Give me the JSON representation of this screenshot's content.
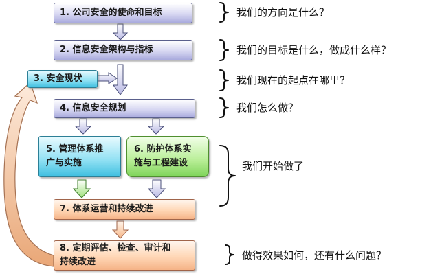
{
  "steps": {
    "s1": "1. 公司安全的使命和目标",
    "s2": "2. 信息安全架构与指标",
    "s3": "3. 安全现状",
    "s4": "4. 信息安全规划",
    "s5a": "5. 管理体系推",
    "s5b": "广与实施",
    "s6a": "6. 防护体系实",
    "s6b": "施与工程建设",
    "s7": "7. 体系运营和持续改进",
    "s8a": "8. 定期评估、检查、审计和",
    "s8b": "持续改进"
  },
  "questions": {
    "q1": "我们的方向是什么？",
    "q2": "我们的目标是什么，做成什么样？",
    "q3": "我们现在的起点在哪里？",
    "q4": "我们怎么做？",
    "q5": "我们开始做了",
    "q6": "做得效果如何，还有什么问题？"
  },
  "colors": {
    "purple_box": "#c9c9ee",
    "blue_box": "#5cc9e6",
    "green_box": "#9be37a",
    "orange_box": "#fcc9a6",
    "arrow_fill": "#d9d9f0",
    "loop_arrow": "#f6d6b8"
  }
}
